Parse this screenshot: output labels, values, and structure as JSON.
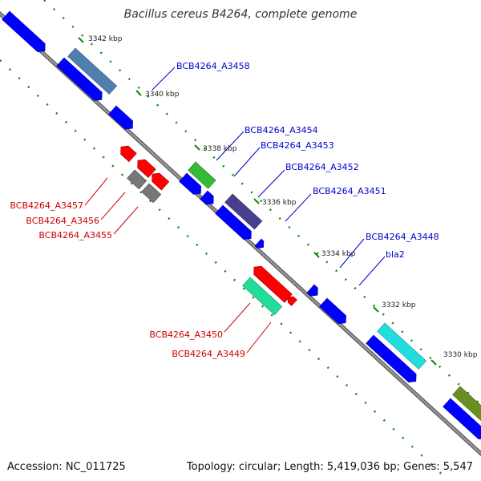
{
  "title": "Bacillus cereus B4264, complete genome",
  "footer": {
    "accession": "Accession: NC_011725",
    "topology": "Topology: circular; Length: 5,419,036 bp; Genes: 5,547"
  },
  "ticks": [
    "3342 kbp",
    "3340 kbp",
    "3338 kbp",
    "3336 kbp",
    "3334 kbp",
    "3332 kbp",
    "3330 kbp"
  ],
  "labels": {
    "a3458": "BCB4264_A3458",
    "a3454": "BCB4264_A3454",
    "a3453": "BCB4264_A3453",
    "a3452": "BCB4264_A3452",
    "a3451": "BCB4264_A3451",
    "a3448": "BCB4264_A3448",
    "bla2": "bla2",
    "a3457": "BCB4264_A3457",
    "a3456": "BCB4264_A3456",
    "a3455": "BCB4264_A3455",
    "a3450": "BCB4264_A3450",
    "a3449": "BCB4264_A3449"
  },
  "colors": {
    "forward_gene": "#0000ff",
    "reverse_gene": "#ff0000",
    "backbone": "#888888",
    "ticks": "#0a8a0a",
    "label_blue": "#0000cc",
    "label_red": "#cc0000",
    "gene_steelblue": "#4f7fb0",
    "gene_green": "#33bb33",
    "gene_slate": "#4a3f8f",
    "gene_gray": "#777777",
    "gene_mint": "#22dd99",
    "gene_cyan": "#22dddd",
    "gene_olive": "#6b8e23"
  }
}
